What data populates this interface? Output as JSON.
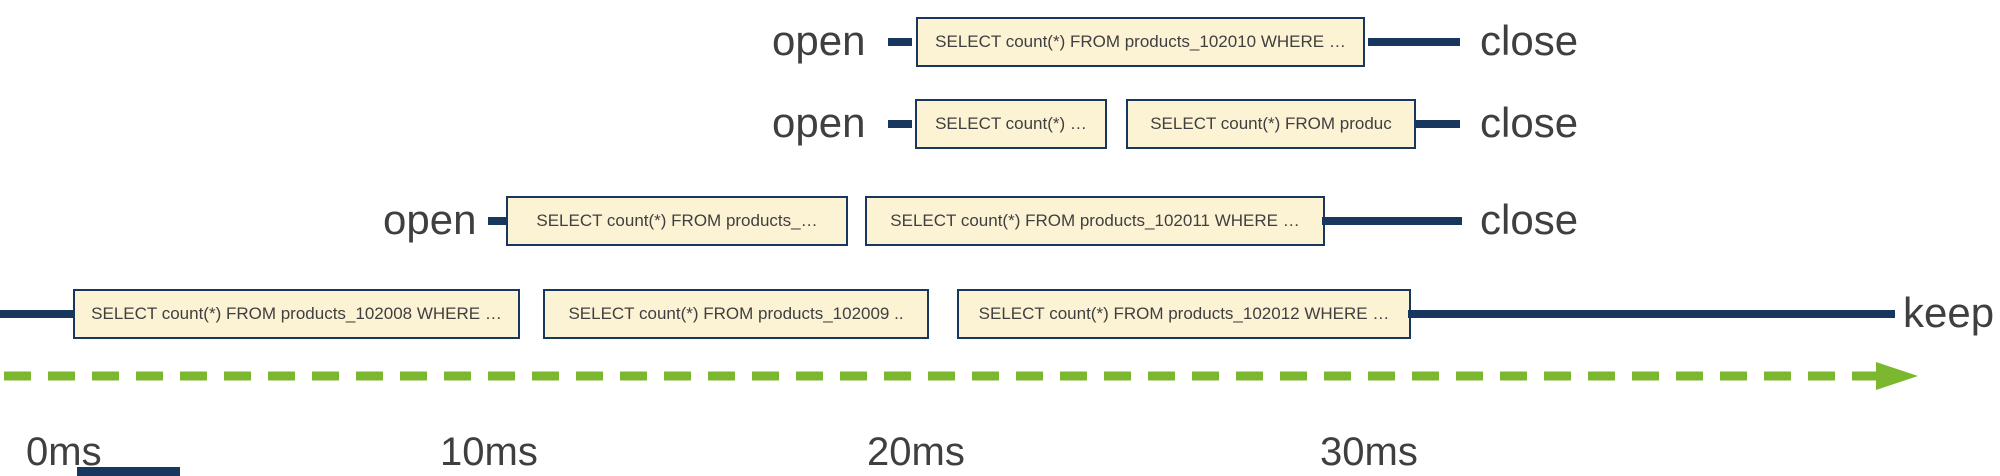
{
  "diagram": {
    "colors": {
      "box_fill": "#FCF3D5",
      "box_border": "#17375E",
      "line": "#17375E",
      "arrow": "#7CB82F",
      "label_text": "#3F3F3F"
    },
    "rows": [
      {
        "open_label": "open",
        "close_label": "close",
        "boxes": [
          {
            "label": "SELECT count(*) FROM products_102010 WHERE …"
          }
        ]
      },
      {
        "open_label": "open",
        "close_label": "close",
        "boxes": [
          {
            "label": "SELECT count(*) …"
          },
          {
            "label": "SELECT count(*) FROM produc"
          }
        ]
      },
      {
        "open_label": "open",
        "close_label": "close",
        "boxes": [
          {
            "label": "SELECT count(*) FROM products_…"
          },
          {
            "label": "SELECT count(*) FROM products_102011 WHERE …"
          }
        ]
      },
      {
        "keep_label": "keep",
        "boxes": [
          {
            "label": "SELECT count(*) FROM products_102008 WHERE …"
          },
          {
            "label": "SELECT count(*) FROM products_102009 .."
          },
          {
            "label": "SELECT count(*) FROM products_102012 WHERE …"
          }
        ]
      }
    ],
    "axis": {
      "tick_labels": [
        "0ms",
        "10ms",
        "20ms",
        "30ms"
      ]
    }
  }
}
